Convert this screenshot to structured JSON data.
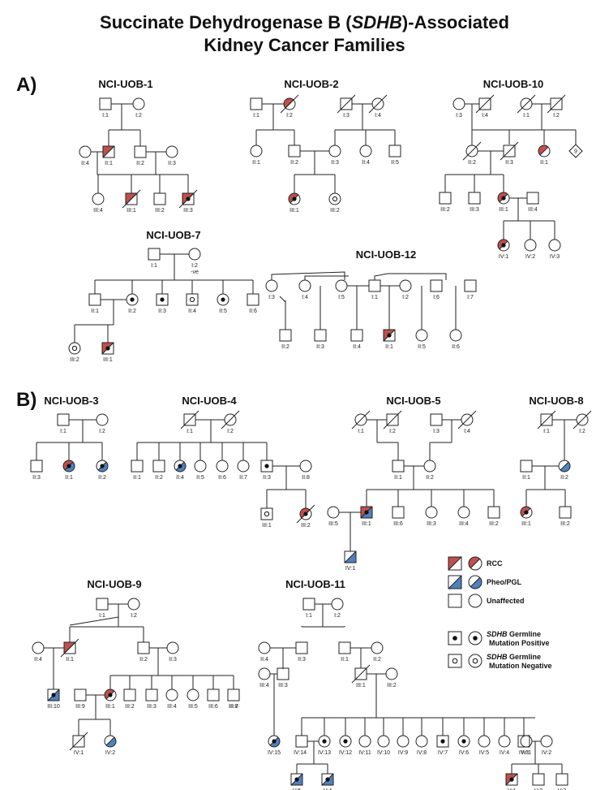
{
  "title": {
    "line1_pre": "Succinate Dehydrogenase B (",
    "line1_gene": "SDHB",
    "line1_post": ")-Associated",
    "line2": "Kidney Cancer Families"
  },
  "sections": {
    "a": "A)",
    "b": "B)"
  },
  "colors": {
    "rcc": "#c0504d",
    "pheo": "#4f81bd",
    "line": "#222222"
  },
  "legend": {
    "rcc": "RCC",
    "pheo": "Pheo/PGL",
    "unaffected": "Unaffected",
    "pos_gene": "SDHB",
    "pos_text1": " Germline",
    "pos_text2": "Mutation Positive",
    "neg_gene": "SDHB",
    "neg_text1": " Germline",
    "neg_text2": "Mutation Negative"
  },
  "families": [
    {
      "name": "NCI-UOB-1",
      "individuals": [
        {
          "id": "I:1",
          "sex": "M"
        },
        {
          "id": "I:2",
          "sex": "F"
        },
        {
          "id": "II:4",
          "sex": "F"
        },
        {
          "id": "II:1",
          "sex": "M",
          "affected": "rcc"
        },
        {
          "id": "II:2",
          "sex": "M"
        },
        {
          "id": "II:3",
          "sex": "F"
        },
        {
          "id": "III:4",
          "sex": "F"
        },
        {
          "id": "III:1",
          "sex": "M",
          "affected": "rcc",
          "deceased": true
        },
        {
          "id": "III:2",
          "sex": "M"
        },
        {
          "id": "III:3",
          "sex": "M",
          "affected": "rcc",
          "deceased": true,
          "carrier": "pos"
        }
      ]
    },
    {
      "name": "NCI-UOB-2",
      "individuals": [
        {
          "id": "I:1",
          "sex": "M"
        },
        {
          "id": "I:2",
          "sex": "F",
          "affected": "rcc",
          "deceased": true
        },
        {
          "id": "I:3",
          "sex": "M",
          "deceased": true
        },
        {
          "id": "I:4",
          "sex": "F",
          "deceased": true
        },
        {
          "id": "II:1",
          "sex": "F"
        },
        {
          "id": "II:2",
          "sex": "M"
        },
        {
          "id": "II:3",
          "sex": "F"
        },
        {
          "id": "II:4",
          "sex": "F"
        },
        {
          "id": "II:5",
          "sex": "M"
        },
        {
          "id": "III:1",
          "sex": "F",
          "affected": "rcc",
          "carrier": "pos"
        },
        {
          "id": "III:2",
          "sex": "F",
          "carrier": "neg"
        }
      ]
    },
    {
      "name": "NCI-UOB-10",
      "individuals": [
        {
          "id": "I:3",
          "sex": "F"
        },
        {
          "id": "I:4",
          "sex": "M",
          "deceased": true
        },
        {
          "id": "I:1",
          "sex": "F",
          "deceased": true
        },
        {
          "id": "I:2",
          "sex": "M",
          "deceased": true
        },
        {
          "id": "II:2",
          "sex": "F",
          "deceased": true
        },
        {
          "id": "II:3",
          "sex": "M",
          "deceased": true
        },
        {
          "id": "II:1",
          "sex": "F",
          "affected": "rcc"
        },
        {
          "id": "9",
          "sex": "U"
        },
        {
          "id": "III:2",
          "sex": "M"
        },
        {
          "id": "III:3",
          "sex": "M"
        },
        {
          "id": "III:1",
          "sex": "F",
          "affected": "rcc",
          "carrier": "pos"
        },
        {
          "id": "III:4",
          "sex": "M"
        },
        {
          "id": "IV:1",
          "sex": "F",
          "affected": "rcc",
          "carrier": "pos"
        },
        {
          "id": "IV:2",
          "sex": "F"
        },
        {
          "id": "IV:3",
          "sex": "F"
        }
      ]
    },
    {
      "name": "NCI-UOB-7",
      "individuals": [
        {
          "id": "I:1",
          "sex": "M"
        },
        {
          "id": "I:2",
          "sex": "F",
          "note": "-ve"
        },
        {
          "id": "II:1",
          "sex": "M"
        },
        {
          "id": "II:2",
          "sex": "F",
          "carrier": "pos"
        },
        {
          "id": "II:3",
          "sex": "M",
          "carrier": "pos"
        },
        {
          "id": "II:4",
          "sex": "M",
          "carrier": "neg"
        },
        {
          "id": "II:5",
          "sex": "F",
          "carrier": "pos"
        },
        {
          "id": "II:6",
          "sex": "M"
        },
        {
          "id": "III:2",
          "sex": "F",
          "carrier": "neg"
        },
        {
          "id": "III:1",
          "sex": "M",
          "affected": "rcc",
          "carrier": "pos"
        }
      ]
    },
    {
      "name": "NCI-UOB-12",
      "individuals": [
        {
          "id": "I:3",
          "sex": "F"
        },
        {
          "id": "I:4",
          "sex": "F"
        },
        {
          "id": "I:5",
          "sex": "F"
        },
        {
          "id": "I:1",
          "sex": "M"
        },
        {
          "id": "I:2",
          "sex": "F"
        },
        {
          "id": "I:6",
          "sex": "M"
        },
        {
          "id": "I:7",
          "sex": "M"
        },
        {
          "id": "II:2",
          "sex": "M"
        },
        {
          "id": "II:3",
          "sex": "M"
        },
        {
          "id": "II:4",
          "sex": "M"
        },
        {
          "id": "II:1",
          "sex": "M",
          "affected": "rcc",
          "carrier": "pos"
        },
        {
          "id": "II:5",
          "sex": "F"
        },
        {
          "id": "II:6",
          "sex": "F"
        }
      ]
    },
    {
      "name": "NCI-UOB-3",
      "individuals": [
        {
          "id": "I:1",
          "sex": "M"
        },
        {
          "id": "I:2",
          "sex": "F"
        },
        {
          "id": "II:3",
          "sex": "M"
        },
        {
          "id": "II:1",
          "sex": "F",
          "affected": "rcc+pheo",
          "carrier": "pos"
        },
        {
          "id": "II:2",
          "sex": "F",
          "affected": "pheo",
          "carrier": "pos"
        }
      ]
    },
    {
      "name": "NCI-UOB-4",
      "individuals": [
        {
          "id": "I:1",
          "sex": "M",
          "deceased": true
        },
        {
          "id": "I:2",
          "sex": "F",
          "deceased": true
        },
        {
          "id": "II:1",
          "sex": "M"
        },
        {
          "id": "II:2",
          "sex": "M"
        },
        {
          "id": "II:4",
          "sex": "F",
          "affected": "pheo",
          "carrier": "pos"
        },
        {
          "id": "II:5",
          "sex": "F"
        },
        {
          "id": "II:6",
          "sex": "F"
        },
        {
          "id": "II:7",
          "sex": "F"
        },
        {
          "id": "II:3",
          "sex": "M",
          "carrier": "pos"
        },
        {
          "id": "II:8",
          "sex": "F"
        },
        {
          "id": "III:1",
          "sex": "M",
          "carrier": "neg"
        },
        {
          "id": "III:2",
          "sex": "F",
          "affected": "rcc",
          "deceased": true,
          "carrier": "pos"
        }
      ]
    },
    {
      "name": "NCI-UOB-5",
      "individuals": [
        {
          "id": "I:1",
          "sex": "F",
          "deceased": true
        },
        {
          "id": "I:2",
          "sex": "M",
          "deceased": true
        },
        {
          "id": "I:3",
          "sex": "M"
        },
        {
          "id": "I:4",
          "sex": "F",
          "deceased": true
        },
        {
          "id": "II:1",
          "sex": "M"
        },
        {
          "id": "II:2",
          "sex": "F"
        },
        {
          "id": "III:5",
          "sex": "F"
        },
        {
          "id": "III:1",
          "sex": "M",
          "affected": "rcc+pheo",
          "carrier": "pos"
        },
        {
          "id": "III:6",
          "sex": "M"
        },
        {
          "id": "III:3",
          "sex": "F"
        },
        {
          "id": "III:4",
          "sex": "F"
        },
        {
          "id": "III:2",
          "sex": "M"
        },
        {
          "id": "IV:1",
          "sex": "M",
          "affected": "pheo"
        }
      ]
    },
    {
      "name": "NCI-UOB-8",
      "individuals": [
        {
          "id": "I:1",
          "sex": "M",
          "deceased": true
        },
        {
          "id": "I:2",
          "sex": "F",
          "deceased": true
        },
        {
          "id": "II:1",
          "sex": "M"
        },
        {
          "id": "II:2",
          "sex": "F",
          "affected": "pheo"
        },
        {
          "id": "III:1",
          "sex": "F",
          "affected": "rcc",
          "carrier": "pos"
        },
        {
          "id": "III:2",
          "sex": "M"
        }
      ]
    },
    {
      "name": "NCI-UOB-9",
      "individuals": [
        {
          "id": "I:1",
          "sex": "M"
        },
        {
          "id": "I:2",
          "sex": "F"
        },
        {
          "id": "II:4",
          "sex": "F"
        },
        {
          "id": "II:1",
          "sex": "M",
          "affected": "rcc",
          "deceased": true
        },
        {
          "id": "II:2",
          "sex": "M"
        },
        {
          "id": "II:3",
          "sex": "F"
        },
        {
          "id": "III:10",
          "sex": "M",
          "affected": "pheo",
          "carrier": "pos"
        },
        {
          "id": "III:9",
          "sex": "M"
        },
        {
          "id": "III:1",
          "sex": "F",
          "affected": "rcc",
          "carrier": "pos"
        },
        {
          "id": "III:2",
          "sex": "M"
        },
        {
          "id": "III:3",
          "sex": "M"
        },
        {
          "id": "III:4",
          "sex": "F"
        },
        {
          "id": "III:5",
          "sex": "F"
        },
        {
          "id": "III:6",
          "sex": "M"
        },
        {
          "id": "III:7",
          "sex": "M"
        },
        {
          "id": "III:8",
          "sex": "M"
        },
        {
          "id": "IV:1",
          "sex": "M",
          "deceased": true
        },
        {
          "id": "IV:2",
          "sex": "F",
          "affected": "pheo"
        }
      ]
    },
    {
      "name": "NCI-UOB-11",
      "individuals": [
        {
          "id": "I:1",
          "sex": "M"
        },
        {
          "id": "I:2",
          "sex": "F"
        },
        {
          "id": "II:4",
          "sex": "F"
        },
        {
          "id": "II:3",
          "sex": "M"
        },
        {
          "id": "II:1",
          "sex": "M"
        },
        {
          "id": "II:2",
          "sex": "F"
        },
        {
          "id": "III:4",
          "sex": "F"
        },
        {
          "id": "III:3",
          "sex": "M"
        },
        {
          "id": "III:1",
          "sex": "M",
          "deceased": true
        },
        {
          "id": "III:2",
          "sex": "F"
        },
        {
          "id": "IV:15",
          "sex": "F",
          "affected": "pheo",
          "carrier": "pos"
        },
        {
          "id": "IV:14",
          "sex": "M"
        },
        {
          "id": "IV:13",
          "sex": "F",
          "carrier": "pos"
        },
        {
          "id": "IV:12",
          "sex": "F",
          "carrier": "pos"
        },
        {
          "id": "IV:11",
          "sex": "F"
        },
        {
          "id": "IV:10",
          "sex": "F"
        },
        {
          "id": "IV:9",
          "sex": "F"
        },
        {
          "id": "IV:8",
          "sex": "F"
        },
        {
          "id": "IV:7",
          "sex": "M",
          "carrier": "pos"
        },
        {
          "id": "IV:6",
          "sex": "F",
          "carrier": "pos"
        },
        {
          "id": "IV:5",
          "sex": "F"
        },
        {
          "id": "IV:4",
          "sex": "F"
        },
        {
          "id": "IV:3",
          "sex": "M"
        },
        {
          "id": "IV:1",
          "sex": "F"
        },
        {
          "id": "IV:2",
          "sex": "F"
        },
        {
          "id": "V:5",
          "sex": "M",
          "affected": "pheo",
          "carrier": "pos"
        },
        {
          "id": "V:4",
          "sex": "M",
          "affected": "pheo",
          "carrier": "pos"
        },
        {
          "id": "V:1",
          "sex": "M",
          "affected": "rcc",
          "carrier": "pos"
        },
        {
          "id": "V:2",
          "sex": "M"
        },
        {
          "id": "V:3",
          "sex": "M"
        }
      ]
    }
  ]
}
